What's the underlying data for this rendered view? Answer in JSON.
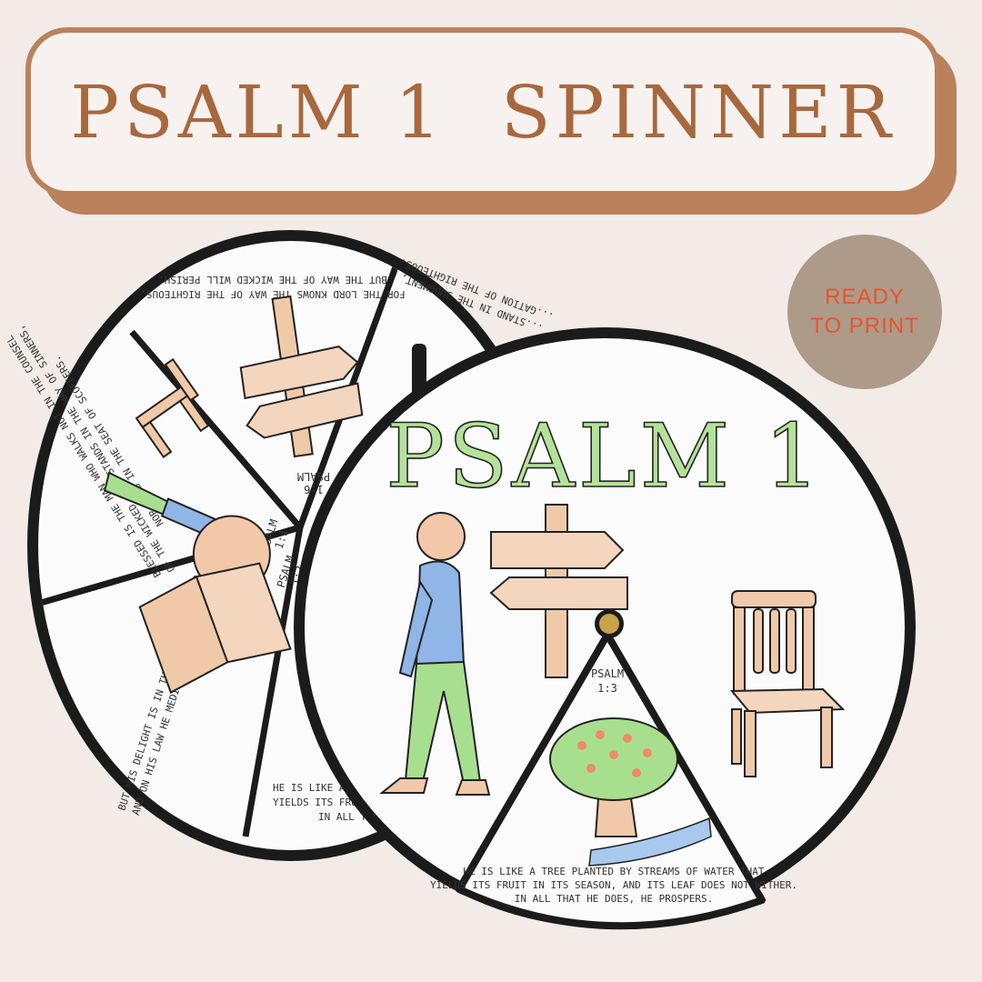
{
  "banner": {
    "title": "PSALM 1  SPINNER"
  },
  "badge": {
    "text": "READY\nTO PRINT",
    "color": "#e8542e"
  },
  "wheel_front": {
    "title": "PSALM 1"
  },
  "window": {
    "ref": [
      "PSALM",
      "1:3"
    ],
    "verse": [
      "HE IS LIKE A TREE PLANTED BY STREAMS OF WATER THAT",
      "YIELDS ITS FRUIT IN ITS SEASON, AND ITS LEAF DOES NOT WITHER.",
      "IN ALL THAT HE DOES, HE PROSPERS."
    ]
  },
  "wheel_back": {
    "seg_1_1": {
      "ref": [
        "PSALM",
        "1:1"
      ],
      "verse": [
        "BLESSED IS THE MAN WHO WALKS NOT IN THE COUNSEL",
        "OF THE WICKED, NOR STANDS IN THE WAY OF SINNERS,",
        "NOR SITS IN THE SEAT OF SCOFFERS."
      ]
    },
    "seg_1_2": {
      "ref": [
        "PSALM",
        "1:2"
      ],
      "verse": [
        "BUT HIS DELIGHT IS IN THE LAW OF THE LORD,",
        "AND ON HIS LAW HE MEDITATES DAY AND NIGHT."
      ]
    },
    "seg_1_6": {
      "ref": [
        "PSALM",
        "1:6"
      ],
      "verse": [
        "FOR THE LORD KNOWS THE WAY OF THE RIGHTEOUS,",
        "BUT THE WAY OF THE WICKED WILL PERISH."
      ]
    },
    "seg_1_5": {
      "verse": [
        "...STAND IN THE JUDGMENT,",
        "...GATION OF THE RIGHTEOUS."
      ]
    },
    "seg_1_3": {
      "verse": [
        "HE IS LIKE A T...",
        "YIELDS ITS FRUIT IN I...",
        "IN ALL THAT..."
      ]
    }
  },
  "colors": {
    "banner": "#b9815c",
    "banner_text": "#a8683e",
    "badge_bg": "#ae9a88",
    "rim": "#1a1a1a"
  }
}
